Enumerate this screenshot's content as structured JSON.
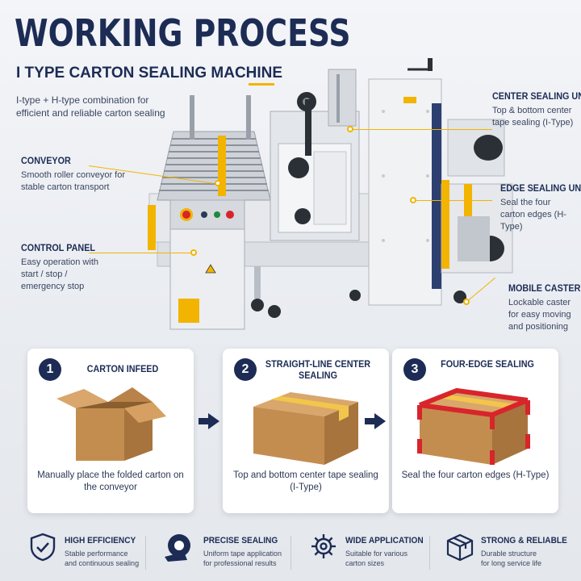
{
  "header": {
    "title": "WORKING PROCESS",
    "subtitle": "I TYPE CARTON SEALING MACHINE",
    "intro": "I-type + H-type combination for efficient and reliable carton sealing"
  },
  "callouts": {
    "conveyor": {
      "title": "CONVEYOR",
      "desc": "Smooth roller conveyor for stable carton transport"
    },
    "control_panel": {
      "title": "CONTROL PANEL",
      "desc": "Easy operation with start / stop / emergency stop"
    },
    "center_sealing": {
      "title": "CENTER SEALING UNIT",
      "desc": "Top & bottom center tape sealing (I-Type)"
    },
    "edge_sealing": {
      "title": "EDGE SEALING UNIT",
      "desc": "Seal the four carton edges (H-Type)"
    },
    "mobile_caster": {
      "title": "MOBILE CASTER",
      "desc": "Lockable caster for easy moving and positioning"
    }
  },
  "steps": [
    {
      "number": "1",
      "title": "CARTON INFEED",
      "desc": "Manually place the folded carton on the conveyor"
    },
    {
      "number": "2",
      "title": "STRAIGHT-LINE CENTER SEALING",
      "desc": "Top and bottom center tape sealing (I-Type)"
    },
    {
      "number": "3",
      "title": "FOUR-EDGE SEALING",
      "desc": "Seal the four carton edges (H-Type)"
    }
  ],
  "features": [
    {
      "icon": "shield-check-icon",
      "title": "HIGH EFFICIENCY",
      "desc1": "Stable performance",
      "desc2": "and continuous sealing"
    },
    {
      "icon": "tape-roll-icon",
      "title": "PRECISE SEALING",
      "desc1": "Uniform tape application",
      "desc2": "for professional results"
    },
    {
      "icon": "gear-icon",
      "title": "WIDE APPLICATION",
      "desc1": "Suitable for various",
      "desc2": "carton sizes"
    },
    {
      "icon": "box-icon",
      "title": "STRONG & RELIABLE",
      "desc1": "Durable structure",
      "desc2": "for long service life"
    }
  ],
  "colors": {
    "navy": "#1c2c55",
    "accent": "#f2b400",
    "tape_red": "#d8242b",
    "carton": "#c8955a"
  }
}
